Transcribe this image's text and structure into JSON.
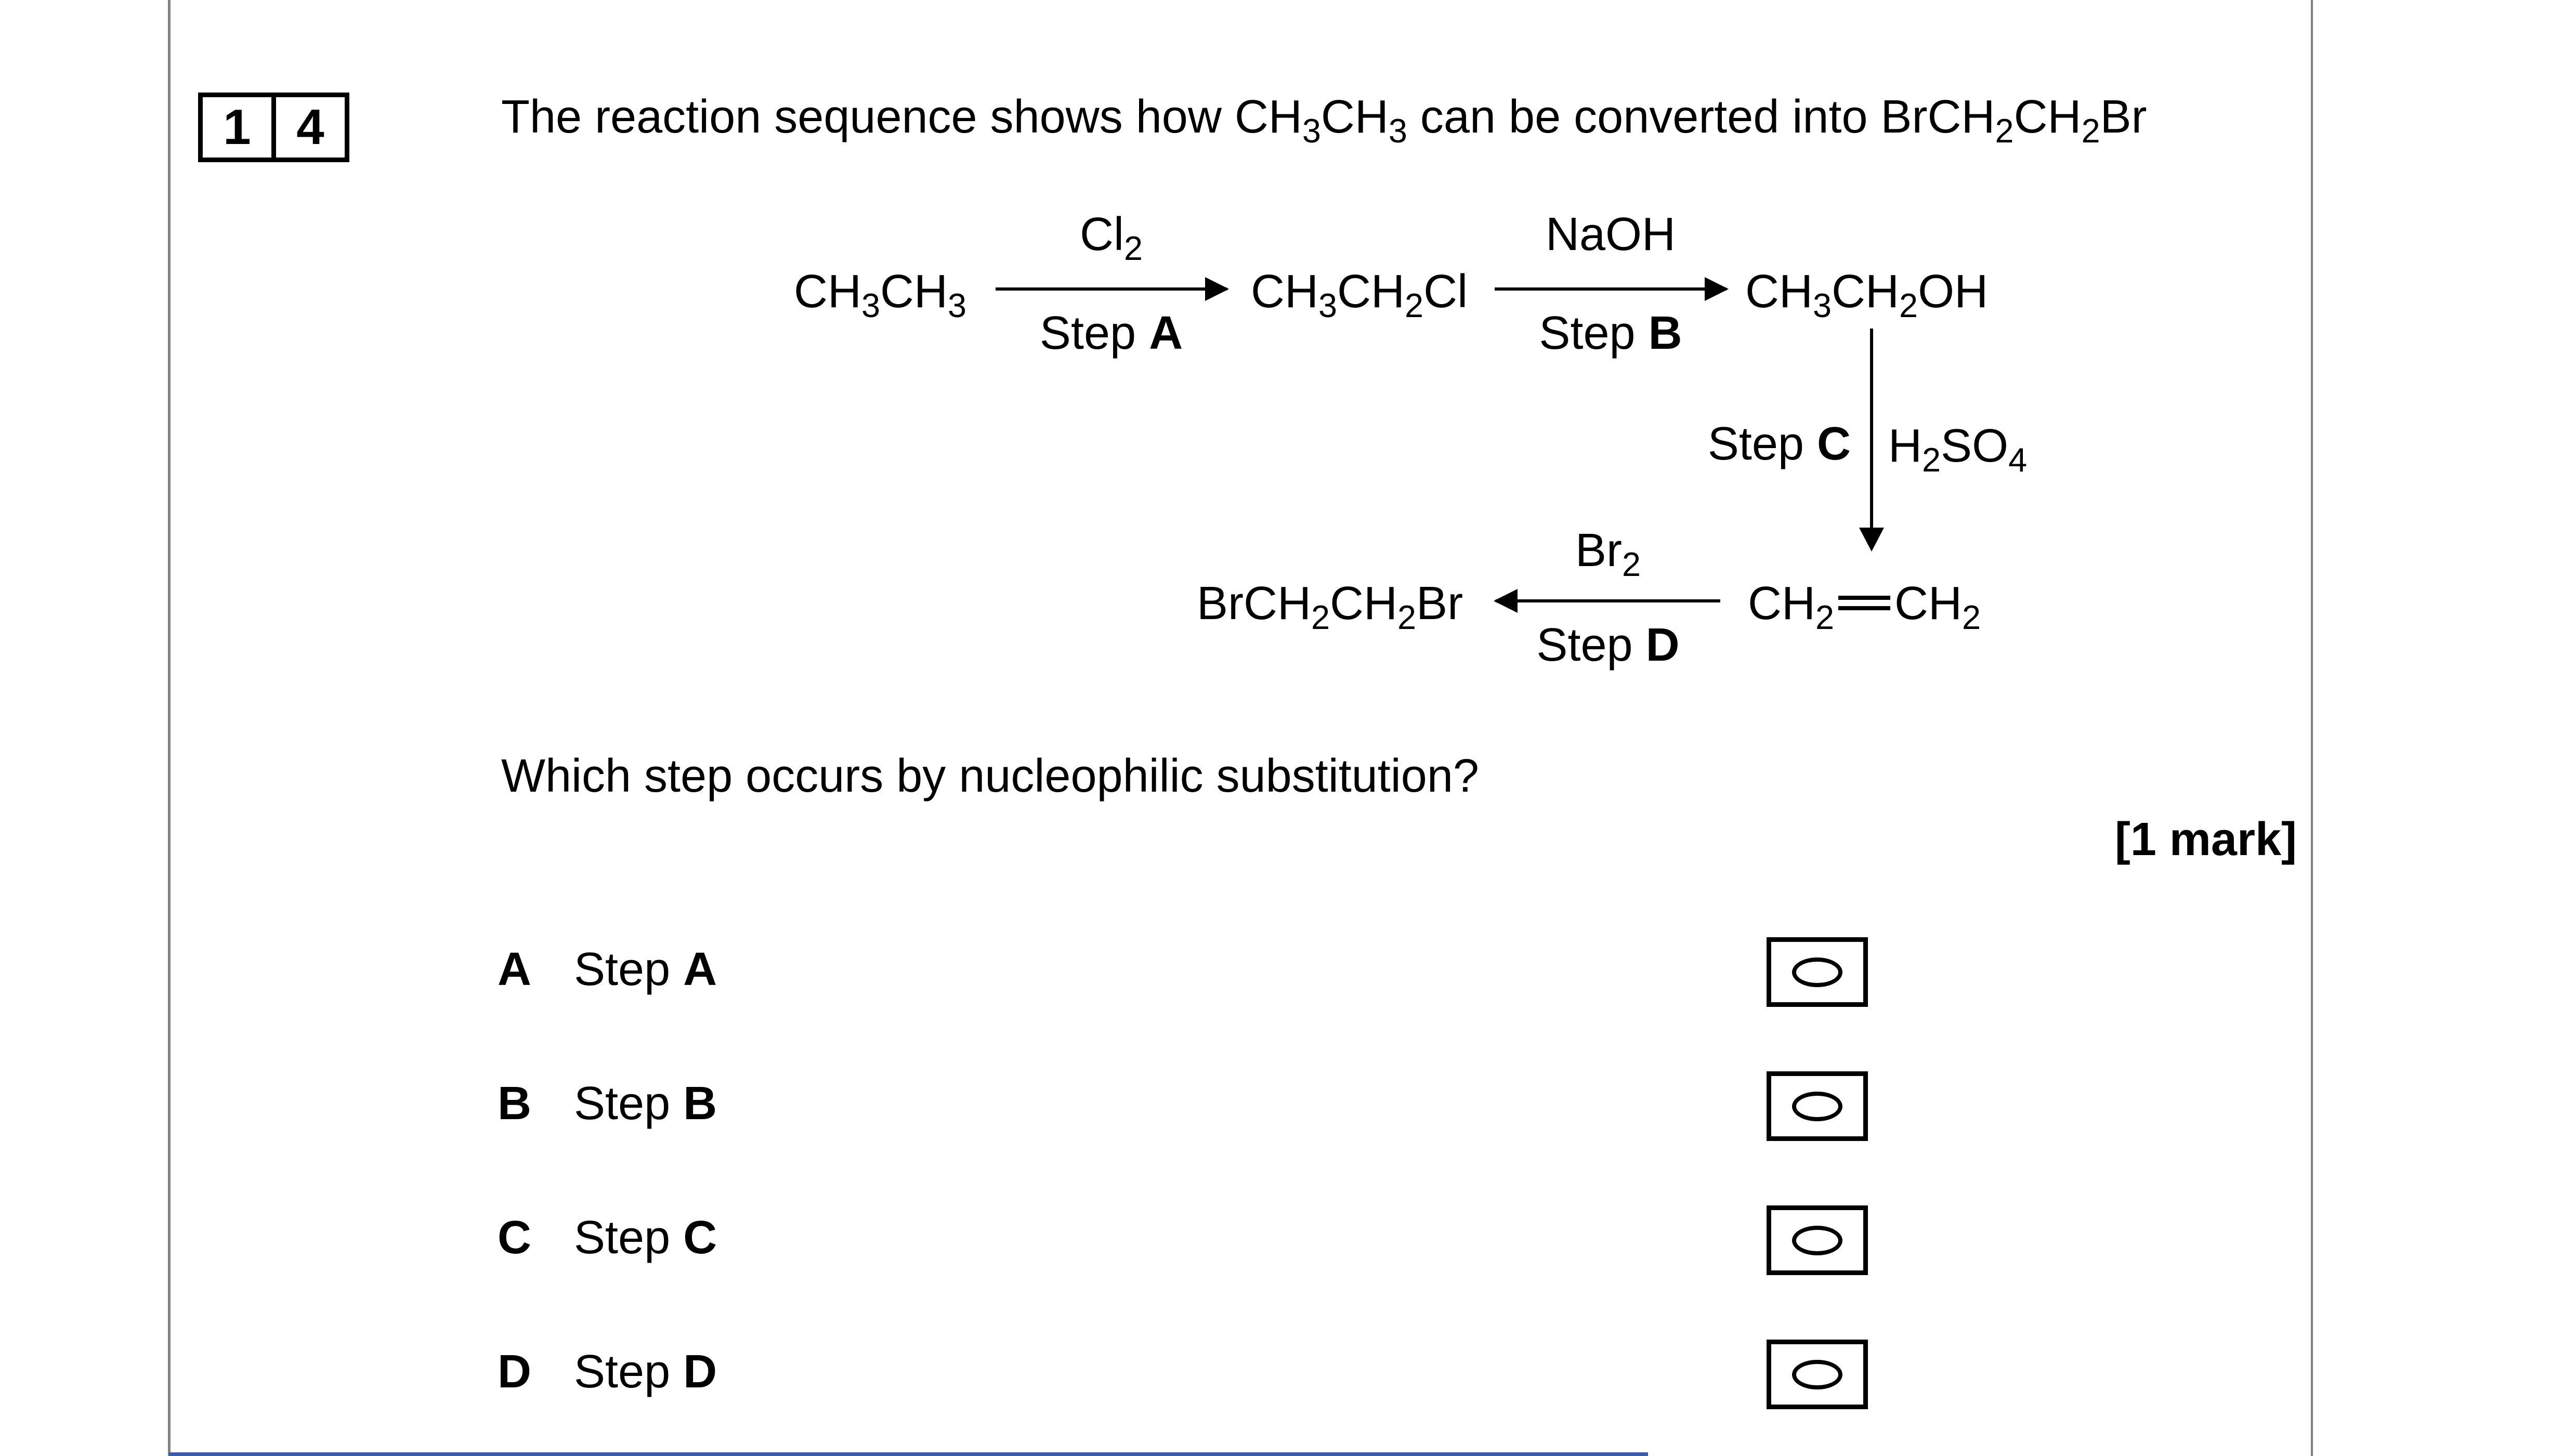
{
  "page": {
    "background": "#ffffff",
    "margin_rule_color": "#808080",
    "bottom_accent_color": "#3b5aa9"
  },
  "question": {
    "number_digits": [
      "1",
      "4"
    ],
    "title_segments": [
      [
        "The reaction sequence shows how ",
        ""
      ],
      [
        "CH",
        "3"
      ],
      [
        "CH",
        "3"
      ],
      [
        " can be converted into ",
        ""
      ],
      [
        "BrCH",
        "2"
      ],
      [
        "CH",
        "2"
      ],
      [
        "Br",
        ""
      ]
    ],
    "prompt": "Which step occurs by nucleophilic substitution?",
    "marks": "[1 mark]"
  },
  "scheme": {
    "ethane": [
      [
        "CH",
        "3"
      ],
      [
        "CH",
        "3"
      ]
    ],
    "chloroethane": [
      [
        "CH",
        "3"
      ],
      [
        "CH",
        "2"
      ],
      [
        "Cl",
        ""
      ]
    ],
    "ethanol": [
      [
        "CH",
        "3"
      ],
      [
        "CH",
        "2"
      ],
      [
        "OH",
        ""
      ]
    ],
    "dibromoethane": [
      [
        "BrCH",
        "2"
      ],
      [
        "CH",
        "2"
      ],
      [
        "Br",
        ""
      ]
    ],
    "ethene_left": [
      [
        "CH",
        "2"
      ]
    ],
    "ethene_right": [
      [
        "CH",
        "2"
      ]
    ],
    "step_a": {
      "reagent": [
        [
          "Cl",
          "2"
        ]
      ],
      "prefix": "Step ",
      "letter": "A"
    },
    "step_b": {
      "reagent": [
        [
          "NaOH",
          ""
        ]
      ],
      "prefix": "Step ",
      "letter": "B"
    },
    "step_c": {
      "reagent": [
        [
          "H",
          "2"
        ],
        [
          "SO",
          "4"
        ]
      ],
      "prefix": "Step ",
      "letter": "C"
    },
    "step_d": {
      "reagent": [
        [
          "Br",
          "2"
        ]
      ],
      "prefix": "Step ",
      "letter": "D"
    }
  },
  "options": [
    {
      "letter": "A",
      "prefix": "Step ",
      "step": "A"
    },
    {
      "letter": "B",
      "prefix": "Step ",
      "step": "B"
    },
    {
      "letter": "C",
      "prefix": "Step ",
      "step": "C"
    },
    {
      "letter": "D",
      "prefix": "Step ",
      "step": "D"
    }
  ]
}
